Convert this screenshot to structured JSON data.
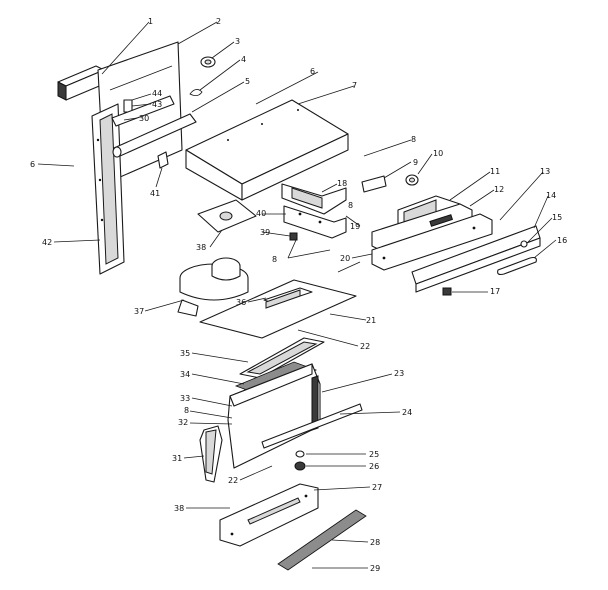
{
  "callouts": [
    {
      "id": "c1",
      "label": "1"
    },
    {
      "id": "c2",
      "label": "2"
    },
    {
      "id": "c3",
      "label": "3"
    },
    {
      "id": "c4",
      "label": "4"
    },
    {
      "id": "c5",
      "label": "5"
    },
    {
      "id": "c6",
      "label": "6"
    },
    {
      "id": "c6b",
      "label": "6"
    },
    {
      "id": "c7",
      "label": "7"
    },
    {
      "id": "c8a",
      "label": "8"
    },
    {
      "id": "c8b",
      "label": "8"
    },
    {
      "id": "c8c",
      "label": "8"
    },
    {
      "id": "c8d",
      "label": "8"
    },
    {
      "id": "c9",
      "label": "9"
    },
    {
      "id": "c10",
      "label": "10"
    },
    {
      "id": "c11",
      "label": "11"
    },
    {
      "id": "c12",
      "label": "12"
    },
    {
      "id": "c13",
      "label": "13"
    },
    {
      "id": "c14",
      "label": "14"
    },
    {
      "id": "c15",
      "label": "15"
    },
    {
      "id": "c16",
      "label": "16"
    },
    {
      "id": "c17",
      "label": "17"
    },
    {
      "id": "c18",
      "label": "18"
    },
    {
      "id": "c19",
      "label": "19"
    },
    {
      "id": "c20",
      "label": "20"
    },
    {
      "id": "c21",
      "label": "21"
    },
    {
      "id": "c22a",
      "label": "22"
    },
    {
      "id": "c22b",
      "label": "22"
    },
    {
      "id": "c23",
      "label": "23"
    },
    {
      "id": "c24",
      "label": "24"
    },
    {
      "id": "c25",
      "label": "25"
    },
    {
      "id": "c26",
      "label": "26"
    },
    {
      "id": "c27",
      "label": "27"
    },
    {
      "id": "c28",
      "label": "28"
    },
    {
      "id": "c29",
      "label": "29"
    },
    {
      "id": "c30",
      "label": "30"
    },
    {
      "id": "c31",
      "label": "31"
    },
    {
      "id": "c32",
      "label": "32"
    },
    {
      "id": "c33",
      "label": "33"
    },
    {
      "id": "c34",
      "label": "34"
    },
    {
      "id": "c35",
      "label": "35"
    },
    {
      "id": "c36",
      "label": "36"
    },
    {
      "id": "c37",
      "label": "37"
    },
    {
      "id": "c38",
      "label": "38"
    },
    {
      "id": "c38b",
      "label": "38"
    },
    {
      "id": "c39",
      "label": "39"
    },
    {
      "id": "c40",
      "label": "40"
    },
    {
      "id": "c41",
      "label": "41"
    },
    {
      "id": "c42",
      "label": "42"
    },
    {
      "id": "c43",
      "label": "43"
    },
    {
      "id": "c44",
      "label": "44"
    }
  ]
}
